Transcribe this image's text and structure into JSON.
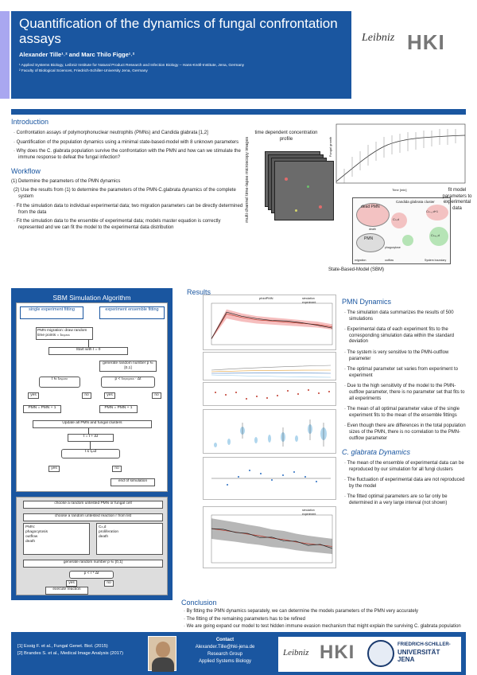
{
  "header": {
    "title": "Quantification of the dynamics of fungal confrontation assays",
    "authors": "Alexander Tille¹˒² and Marc Thilo Figge¹˒²",
    "affiliations": [
      "¹ Applied Systems Biology, Leibniz Institute for Natural Product Research and Infection Biology – Hans-Knöll-Institute, Jena, Germany",
      "² Faculty of Biological Sciences, Friedrich-Schiller-University Jena, Germany"
    ],
    "logo_leibniz": "Leibniz",
    "logo_hki": "HKI"
  },
  "intro": {
    "heading": "Introduction",
    "bullets": [
      "Confrontation assays of polymorphonuclear neutrophils (PMNs) and Candida glabrata [1,2]",
      "Quantification of the population dynamics using a minimal state-based-model with 8 unknown parameters",
      "Why does the C. glabrata population survive the confrontation with the PMN and how can we stimulate the immune response to defeat the fungal infection?"
    ]
  },
  "workflow": {
    "heading": "Workflow",
    "steps": [
      "(1) Determine the parameters of the PMN dynamics",
      "(2) Use the results from (1) to determine the parameters of the PMN-C.glabrata dynamics of the complete system"
    ],
    "bullets": [
      "Fit the simulation data to individual experimental data; two migration parameters can be directly determined from the data",
      "Fit the simulation data to the ensemble of experimental data; models master equation is correctly represented and we can fit the model to the experimental data distribution"
    ]
  },
  "diagram": {
    "time_profile": "time dependent concentration profile",
    "microscopy": "multi channel time-lapse microscopy images",
    "sbm": "State-Based-Model (SBM)",
    "fit": "fit model parameters to experimental data",
    "dead_pmn": "dead PMN",
    "pmn": "PMN",
    "cglabrata": "Candida glabrata cluster",
    "death": "death",
    "phagocytose": "phagocytose",
    "migration": "migration",
    "outflow": "outflow",
    "system_boundary": "System boundary",
    "c_d": "Cₙ,d",
    "c_d1": "Cₙ₋₁,d+1",
    "c_1": "Cₙ₊₁,d",
    "profile_ylabel": "Fungal growth",
    "profile_xlabel": "Time [min]"
  },
  "algo": {
    "title": "SBM Simulation Algorithm",
    "single": "single experiment fitting",
    "ensemble": "experiment ensemble fitting",
    "pmn_migration": "PMN migration: draw random time points = tₘᵢₚₘₙ",
    "start": "Start with t = 0",
    "gen_random": "generate random number p ∈ [0,1]",
    "t_cond": "t ∈ tₘᵢₚₘₙ",
    "p_cond": "p < rₘᵢₘᵢₚₘₙ · Δt",
    "yes": "yes",
    "no": "no",
    "pmn_plus1": "PMN = PMN + 1",
    "update": "Update all PMN and fungal clusters",
    "t_inc": "t = t + Δt",
    "t_end": "t ≤ tₑₙd",
    "end": "end of simulation",
    "choose_cell": "choose a random untested PMN or fungal cell",
    "choose_reaction": "choose a random untested reaction r from list",
    "pmn_list_h": "PMN:",
    "pmn_list": [
      "phagocytosis",
      "outflow",
      "death"
    ],
    "c_list_h": "Cₙ,d",
    "c_list": [
      "proliferation",
      "death"
    ],
    "gen_random2": "generate random number p ∈ [0,1]",
    "p_cond2": "p < r * Δt",
    "execute": "execute reaction"
  },
  "results": {
    "heading": "Results",
    "pmn_heading": "PMN Dynamics",
    "pmn_bullets": [
      "The simulation data summarizes the results of 500 simulations",
      "Experimental data of each experiment fits to the corresponding simulation data within the standard deviation",
      "The system is very sensitive to the PMN-outflow parameter",
      "The optimal parameter set varies from experiment to experiment",
      "Due to the high sensitivity of the model to the PMN-outflow parameter, there is no parameter set that fits to all experiments",
      "The mean of all optimal parameter value of the single experiment fits to the mean of the ensemble fittings",
      "Even though there are differences in the total population sizes of the PMN, there is no correlation to the PMN-outflow parameter"
    ],
    "cg_heading": "C. glabrata Dynamics",
    "cg_bullets": [
      "The mean of the ensemble of experimental data can be reproduced by our simulation for all fungi clusters",
      "The fluctuation of experimental data are not reproduced by the model",
      "The fitted optimal parameters are so far only be determined in a very large interval (not shown)"
    ],
    "plot1_title": "pfoidPMN",
    "legend_sim": "simulation",
    "legend_exp": "experiment"
  },
  "chart_data": [
    {
      "type": "line",
      "title": "pfoidPMN",
      "x": [
        0,
        5,
        10,
        15,
        20,
        25,
        30,
        35,
        40
      ],
      "series": [
        {
          "name": "simulation",
          "values": [
            10,
            52,
            46,
            42,
            40,
            38,
            36,
            34,
            30
          ]
        },
        {
          "name": "experiment",
          "values": [
            10,
            55,
            48,
            44,
            41,
            40,
            37,
            33,
            28
          ]
        }
      ],
      "ylim": [
        0,
        70
      ]
    },
    {
      "type": "line",
      "title": "",
      "x": [
        0,
        1,
        2,
        3,
        4,
        5,
        6,
        7,
        8,
        9,
        10
      ],
      "series": [
        {
          "name": "simulation",
          "values": [
            20,
            19.5,
            19,
            18.4,
            17.9,
            17.2,
            16.8,
            16.1,
            15.6,
            15.2,
            14.8
          ]
        },
        {
          "name": "experiment",
          "values": [
            20,
            19.8,
            18.9,
            18.6,
            17.4,
            17.5,
            16.4,
            16.3,
            15.1,
            15.4,
            14.2
          ]
        }
      ]
    }
  ],
  "conclusion": {
    "heading": "Conclusion",
    "bullets": [
      "By fitting the PMN dynamics separately, we can determine the models parameters of the PMN very accurately",
      "The fitting of the remaining parameters has to be refined",
      "We are going expand our model to test hidden immune evasion mechanism that might explain the surviving C. glabrata population"
    ]
  },
  "footer": {
    "refs": [
      "[1] Essig F. et al., Fungal Genet. Biol. (2015)",
      "[2] Brandes S. et al., Medical Image Analysis (2017)"
    ],
    "contact_h": "Contact",
    "contact_email": "Alexander.Tille@hki-jena.de",
    "contact_group": "Research Group",
    "contact_asb": "Applied Systems Biology",
    "uni": "FRIEDRICH-SCHILLER-",
    "uni2": "UNIVERSITÄT",
    "uni3": "JENA"
  },
  "colors": {
    "primary": "#1a56a0",
    "accent": "#a9a7f0",
    "sim_band": "#f2a3a3",
    "sim_line": "#c0392b"
  }
}
